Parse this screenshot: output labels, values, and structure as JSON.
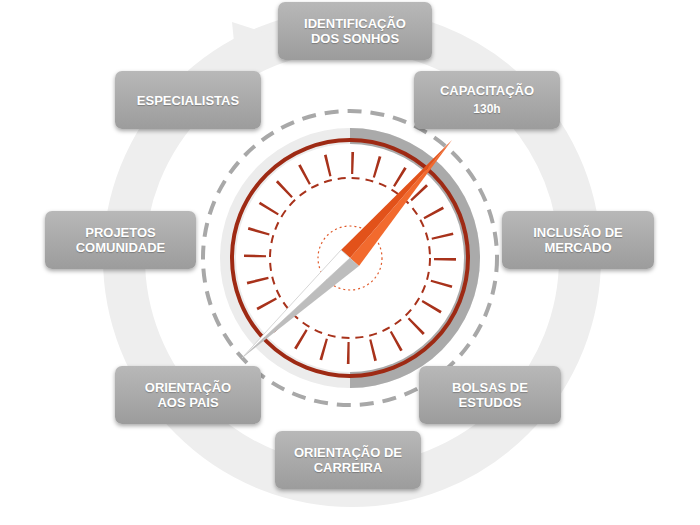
{
  "diagram": {
    "nodes": [
      {
        "text": [
          "IDENTIFICAÇÃO DOS SONHOS"
        ]
      },
      {
        "text": [
          "CAPACITAÇÃO",
          "130h"
        ]
      },
      {
        "text": [
          "INCLUSÃO DE MERCADO"
        ]
      },
      {
        "text": [
          "BOLSAS DE ESTUDOS"
        ]
      },
      {
        "text": [
          "ORIENTAÇÃO DE CARREIRA"
        ]
      },
      {
        "text": [
          "ORIENTAÇÃO AOS PAIS"
        ]
      },
      {
        "text": [
          "PROJETOS COMUNIDADE"
        ]
      },
      {
        "text": [
          "ESPECIALISTAS"
        ]
      }
    ]
  }
}
